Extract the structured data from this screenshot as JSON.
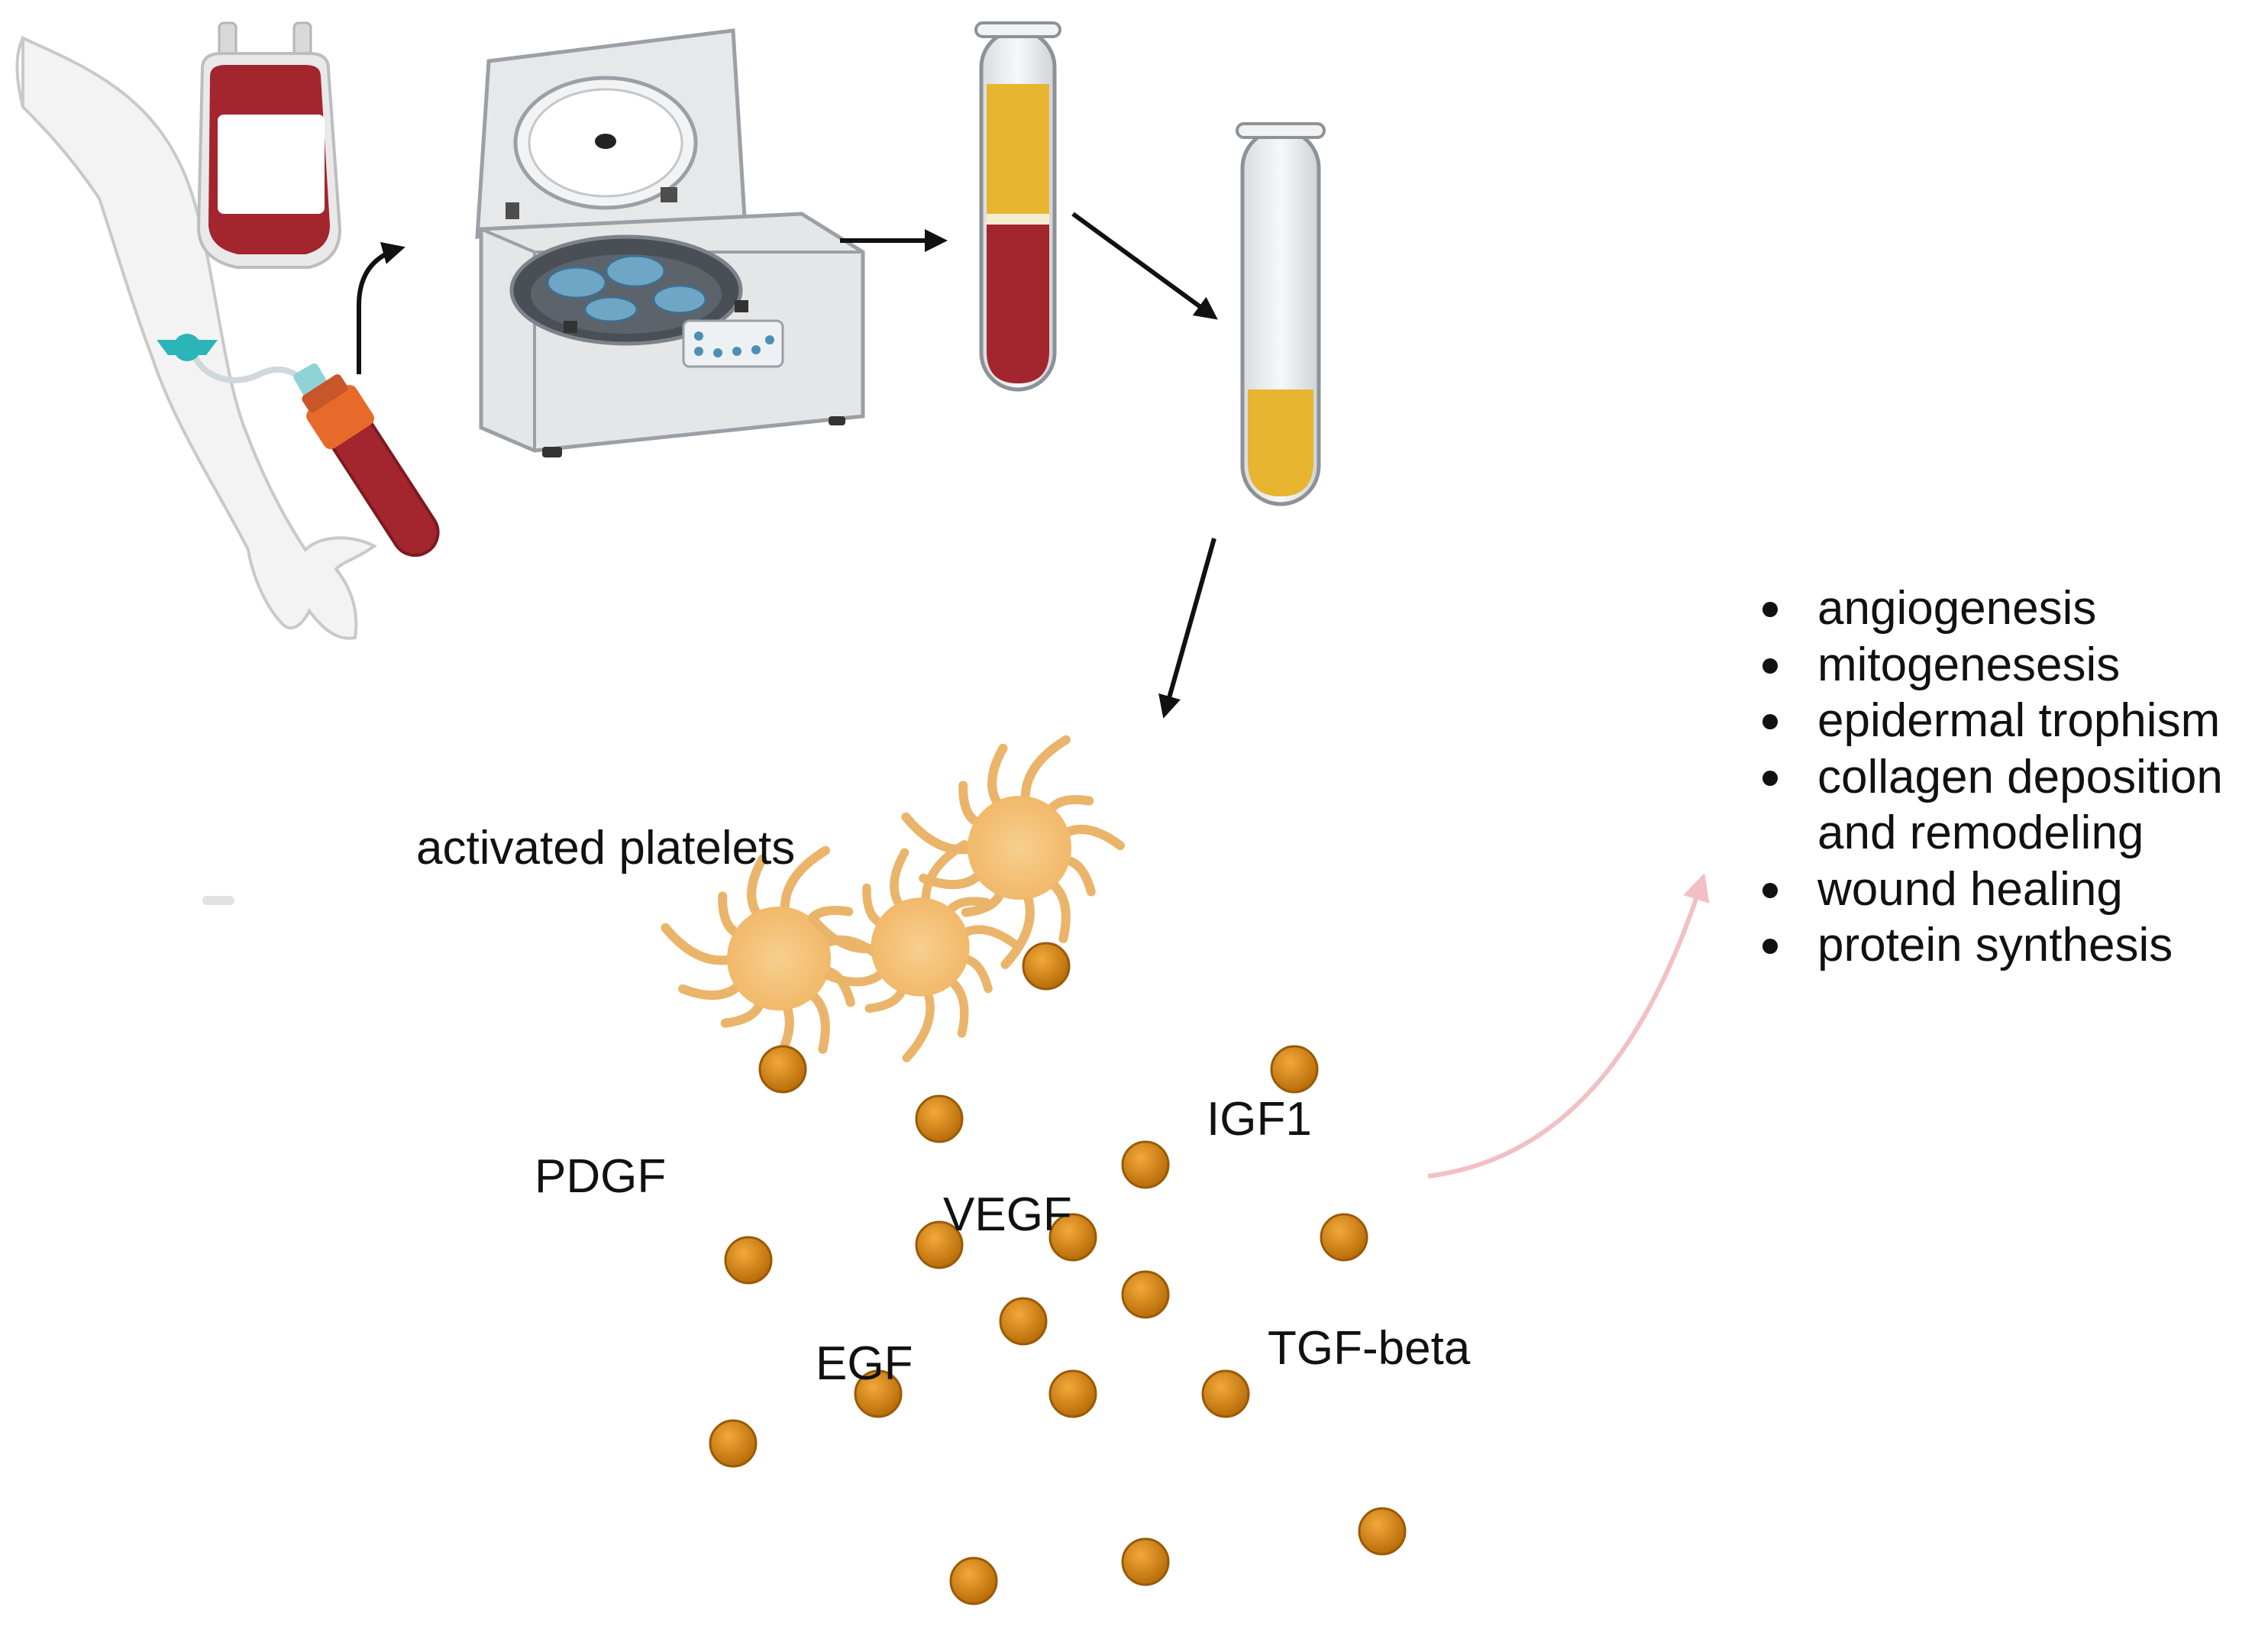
{
  "labels": {
    "activated_platelets": "activated platelets",
    "pdgf": "PDGF",
    "vegf": "VEGF",
    "igf1": "IGF1",
    "egf": "EGF",
    "tgf_beta": "TGF-beta"
  },
  "benefits": [
    "angiogenesis",
    "mitogenesesis",
    "epidermal trophism",
    "collagen deposition and remodeling",
    "wound healing",
    "protein synthesis"
  ],
  "colors": {
    "blood": "#a3252e",
    "plasma": "#e8b530",
    "growth_factor": "#d78a12",
    "platelet": "#f4c27a",
    "arrow": "#111111",
    "effect_arrow": "#f2c0c4",
    "tubing": "#2bb5b8",
    "cap": "#e86a2a"
  },
  "icons": [
    "arm-icon",
    "blood-bag-icon",
    "centrifuge-icon",
    "test-tube-icon",
    "platelet-icon",
    "growth-factor-icon"
  ]
}
